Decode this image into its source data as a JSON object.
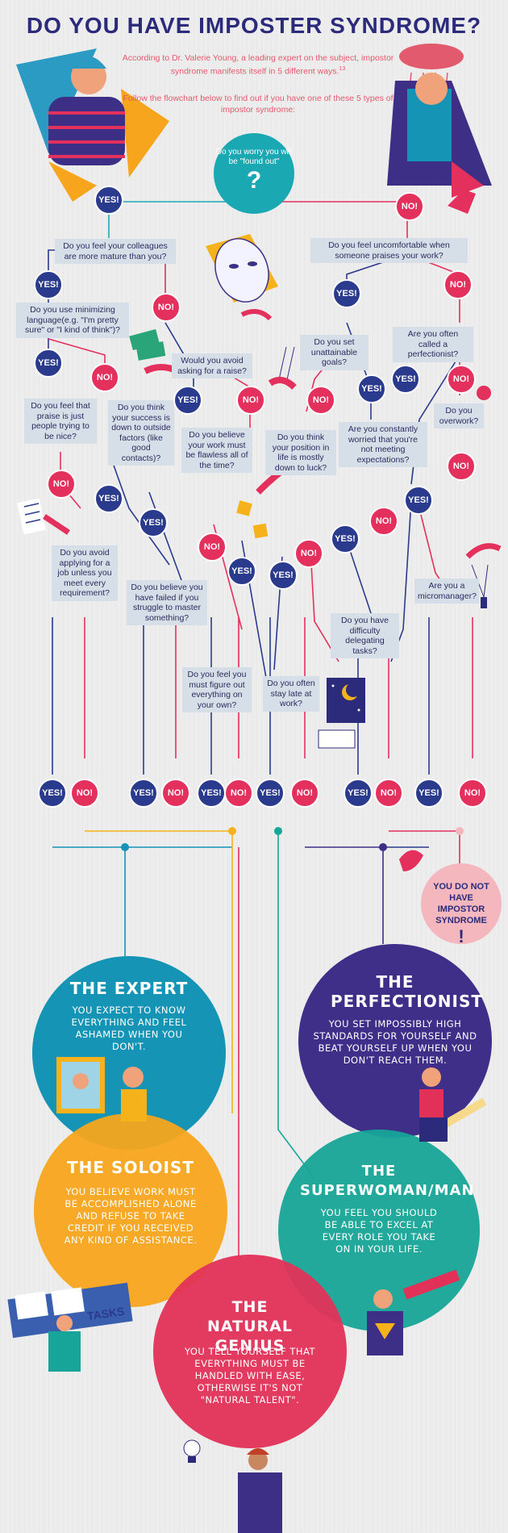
{
  "title": "DO YOU HAVE IMPOSTER SYNDROME?",
  "intro": {
    "line1": "According to Dr. Valerie Young, a leading expert on the subject, impostor syndrome manifests itself in 5 different ways.",
    "superscript": "13",
    "line2": "Follow the flowchart below to find out if you have one of these 5 types of impostor syndrome:"
  },
  "start": {
    "text": "Do you worry you will be \"found out\"",
    "mark": "?"
  },
  "answers": {
    "yes": "YES!",
    "no": "NO!"
  },
  "questions": {
    "colleagues": "Do you feel your colleagues are more mature than you?",
    "uncomfortable": "Do you feel uncomfortable when someone praises your work?",
    "minimizing": "Do you use minimizing language(e.g. \"I'm pretty sure\" or \"I kind of think\")?",
    "raise": "Would you avoid asking for a raise?",
    "unattainable": "Do you set unattainable goals?",
    "perfectionist": "Are you often called a perfectionist?",
    "praise": "Do you feel that praise is just people trying to be nice?",
    "success": "Do you think your success is down to outside factors (like good contacts)?",
    "flawless": "Do you believe your work must be flawless all of the time?",
    "luck": "Do you think your position in life is mostly down to luck?",
    "worried": "Are you constantly worried that you're not meeting expectations?",
    "overwork": "Do you overwork?",
    "applying": "Do you avoid applying for a job unless you meet every requirement?",
    "failed": "Do you believe you have failed if you struggle to master something?",
    "micromanager": "Are you a micromanager?",
    "delegating": "Do you have difficulty delegating tasks?",
    "figure": "Do you feel you must figure out everything on your own?",
    "late": "Do you often stay late at work?"
  },
  "no_result": {
    "text": "YOU DO NOT HAVE IMPOSTOR SYNDROME",
    "mark": "!"
  },
  "types": {
    "expert": {
      "title": "THE EXPERT",
      "desc": "YOU EXPECT TO KNOW EVERYTHING AND FEEL ASHAMED WHEN YOU DON'T."
    },
    "perfectionist": {
      "title": "THE PERFECTIONIST",
      "desc": "YOU SET IMPOSSIBLY HIGH STANDARDS FOR YOURSELF AND BEAT YOURSELF UP WHEN YOU DON'T REACH THEM."
    },
    "soloist": {
      "title": "THE SOLOIST",
      "desc": "YOU BELIEVE WORK MUST BE ACCOMPLISHED ALONE AND REFUSE TO TAKE CREDIT IF YOU RECEIVED ANY KIND OF ASSISTANCE."
    },
    "superwoman": {
      "title": "THE SUPERWOMAN/MAN",
      "desc": "YOU FEEL YOU SHOULD BE ABLE TO EXCEL AT EVERY ROLE YOU TAKE ON IN YOUR LIFE."
    },
    "natural": {
      "title": "THE NATURAL GENIUS",
      "desc": "YOU TELL YOURSELF THAT EVERYTHING MUST BE HANDLED WITH EASE, OTHERWISE IT'S NOT \"NATURAL TALENT\"."
    }
  },
  "illustration_text": {
    "tasks": "TASKS"
  },
  "colors": {
    "navy": "#2c2a7a",
    "pink": "#e3305c",
    "teal": "#1aa9b3",
    "yellow": "#f6b21a",
    "purple": "#3d2e86",
    "red": "#e8373f",
    "expert": "#1594b5",
    "soloist": "#f7a51c",
    "perfectionist": "#3f2f88",
    "superwoman": "#16a598",
    "natural": "#e13158"
  }
}
